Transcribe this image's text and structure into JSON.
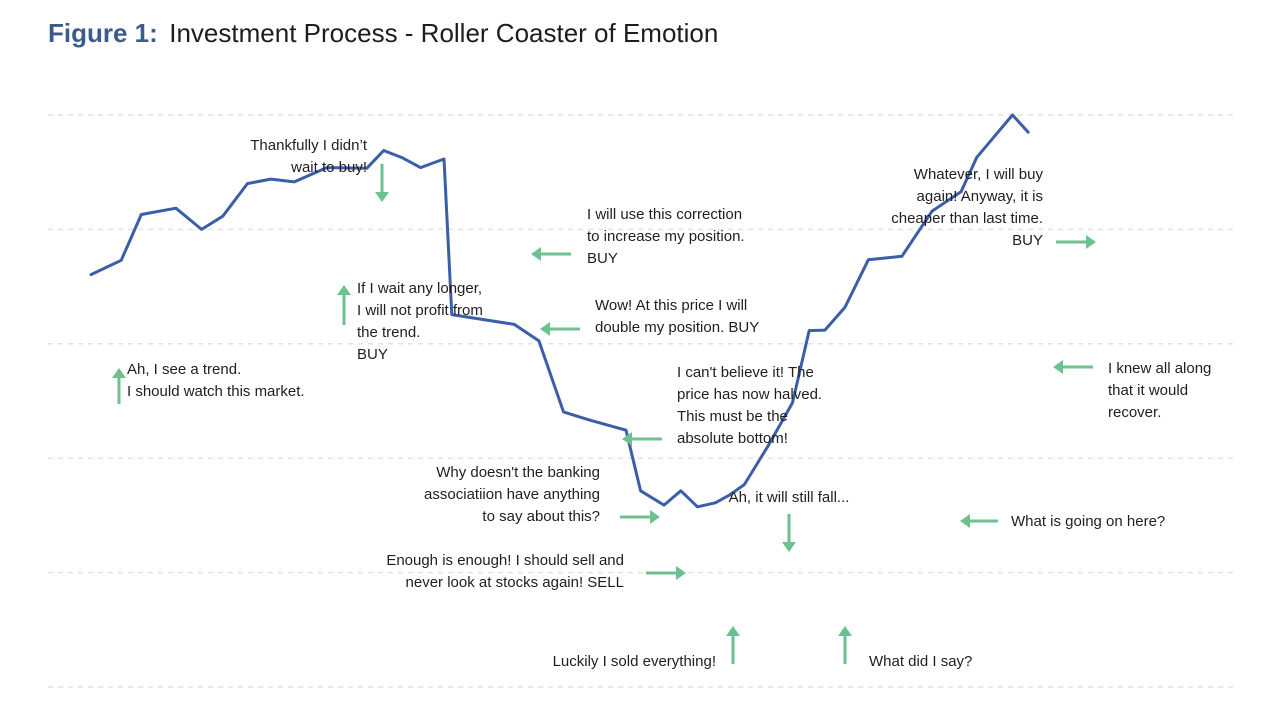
{
  "colors": {
    "line": "#3a5ea8",
    "arrow": "#6cc28f",
    "title_prefix": "#3c5b8c",
    "title": "#1d1d1d",
    "text": "#1f1f1f",
    "grid": "#e2e2e2"
  },
  "title": {
    "prefix": "Figure 1:",
    "main": "Investment Process - Roller Coaster of Emotion"
  },
  "chart_data": {
    "type": "line",
    "title": "Investment Process - Roller Coaster of Emotion",
    "xlabel": "",
    "ylabel": "",
    "xlim": [
      0,
      100
    ],
    "ylim": [
      0,
      100
    ],
    "grid": true,
    "gridlines": [
      0,
      20,
      40,
      60,
      80,
      100
    ],
    "axes_visible": false,
    "x": [
      0,
      2.7,
      4.5,
      7.6,
      9.9,
      11.8,
      14,
      16.1,
      18.2,
      21.1,
      24.7,
      26.2,
      27.9,
      29.5,
      31.6,
      32.3,
      37.9,
      40.1,
      42.3,
      44.6,
      47.9,
      49.2,
      51.3,
      52.8,
      54.3,
      55.9,
      57.2,
      58.5,
      60.6,
      62.8,
      64.3,
      65.7,
      67.5,
      69.6,
      72.6,
      75.3,
      77.9,
      79.3,
      82.5,
      83.9,
      86.1,
      89.8,
      94.4
    ],
    "values": [
      72.1,
      74.6,
      82.6,
      83.7,
      80,
      82.3,
      88,
      88.8,
      88.3,
      90.8,
      90.7,
      93.8,
      92.5,
      90.8,
      92.3,
      65.1,
      63.4,
      60.5,
      48.1,
      46.7,
      44.9,
      34.3,
      31.8,
      34.3,
      31.5,
      32.2,
      33.6,
      35.4,
      42.1,
      49.7,
      62.3,
      62.4,
      66.4,
      74.7,
      75.3,
      83.2,
      86.6,
      92.6,
      100,
      97
    ],
    "annotations": [
      {
        "lines": [
          "Ah, I see a trend.",
          "I should watch this market."
        ],
        "arrow": "up"
      },
      {
        "lines": [
          "Thankfully I didn’t",
          "wait to buy!"
        ],
        "arrow": "down"
      },
      {
        "lines": [
          "If I wait any longer,",
          "I will not profit from",
          "the trend.",
          "BUY"
        ],
        "arrow": "up"
      },
      {
        "lines": [
          "I will use this correction",
          "to increase my position.",
          "BUY"
        ],
        "arrow": "left"
      },
      {
        "lines": [
          "Wow! At this price I will",
          "double my position. BUY"
        ],
        "arrow": "left"
      },
      {
        "lines": [
          "I can't believe it! The",
          "price has now halved.",
          "This must be the",
          "absolute bottom!"
        ],
        "arrow": "left"
      },
      {
        "lines": [
          "Why doesn't the banking",
          "associatiion have anything",
          "to say about this?"
        ],
        "arrow": "right"
      },
      {
        "lines": [
          "Enough is enough! I should sell and",
          "never look at stocks again! SELL"
        ],
        "arrow": "right"
      },
      {
        "lines": [
          "Luckily I sold everything!"
        ],
        "arrow": "up"
      },
      {
        "lines": [
          "Ah, it will still fall..."
        ],
        "arrow": "down"
      },
      {
        "lines": [
          "What did I say?"
        ],
        "arrow": "up"
      },
      {
        "lines": [
          "What is going on here?"
        ],
        "arrow": "left"
      },
      {
        "lines": [
          "I knew all along",
          "that it would",
          "recover."
        ],
        "arrow": "left"
      },
      {
        "lines": [
          "Whatever, I will buy",
          "again! Anyway, it is",
          "cheaper than last time.",
          "BUY"
        ],
        "arrow": "right"
      }
    ]
  }
}
